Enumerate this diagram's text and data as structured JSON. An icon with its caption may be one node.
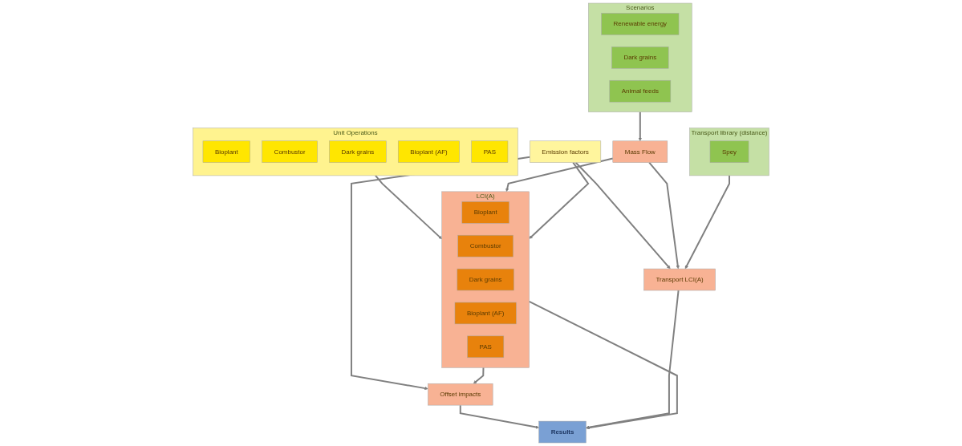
{
  "diagram": {
    "nodes": [
      {
        "text": [
          "Unit Operations"
        ]
      },
      {
        "text": [
          "Bioplant"
        ],
        "in": 0
      },
      {
        "text": [
          "Combustor"
        ],
        "in": 0
      },
      {
        "text": [
          "Dark grains"
        ],
        "in": 0
      },
      {
        "text": [
          "Bioplant (AF)"
        ],
        "in": 0
      },
      {
        "text": [
          "PAS"
        ],
        "in": 0
      },
      {
        "text": [
          "Scenarios"
        ]
      },
      {
        "text": [
          "Renewable energy"
        ],
        "in": 6
      },
      {
        "text": [
          "Dark grains"
        ],
        "in": 6
      },
      {
        "text": [
          "Animal feeds"
        ],
        "in": 6
      },
      {
        "text": [
          "Transport library (distance)"
        ]
      },
      {
        "text": [
          "Spey"
        ],
        "in": 10
      },
      {
        "text": [
          "Mass Flow"
        ]
      },
      {
        "text": [
          "Emission factors"
        ]
      },
      {
        "text": [
          "LCI(A)"
        ]
      },
      {
        "text": [
          "Bioplant"
        ],
        "in": 14
      },
      {
        "text": [
          "Combustor"
        ],
        "in": 14
      },
      {
        "text": [
          "Dark grains"
        ],
        "in": 14
      },
      {
        "text": [
          "Bioplant (AF)"
        ],
        "in": 14
      },
      {
        "text": [
          "PAS"
        ],
        "in": 14
      },
      {
        "text": [
          "Offset impacts"
        ]
      },
      {
        "text": [
          "Transport LCI(A)"
        ]
      },
      {
        "text": [
          "Results"
        ]
      }
    ],
    "edges": [
      {
        "from": 6,
        "to": 12,
        "arrow": "to"
      },
      {
        "from": 0,
        "to": 14,
        "arrow": "to"
      },
      {
        "from": 12,
        "to": 14,
        "arrow": "to"
      },
      {
        "from": 13,
        "to": 14,
        "arrow": "to"
      },
      {
        "from": 13,
        "to": 20,
        "arrow": "to"
      },
      {
        "from": 13,
        "to": 21,
        "arrow": "to"
      },
      {
        "from": 12,
        "to": 21,
        "arrow": "to"
      },
      {
        "from": 10,
        "to": 21,
        "arrow": "to"
      },
      {
        "from": 14,
        "to": 20,
        "arrow": "to"
      },
      {
        "from": 14,
        "to": 22,
        "arrow": "to"
      },
      {
        "from": 20,
        "to": 22,
        "arrow": "to"
      },
      {
        "from": 21,
        "to": 22,
        "arrow": "to"
      }
    ]
  }
}
